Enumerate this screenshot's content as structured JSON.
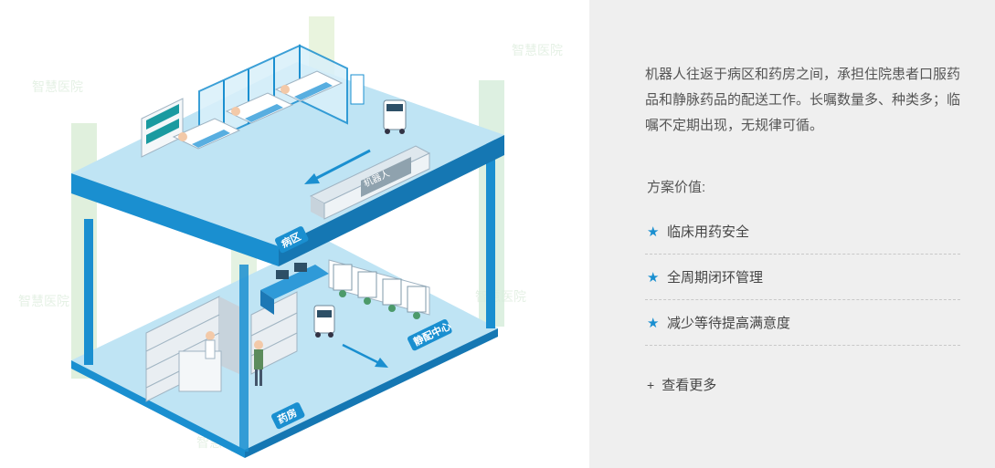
{
  "illustration": {
    "ward_label": "病区",
    "pharmacy_label": "药房",
    "dispensing_label": "静配中心",
    "sign_text": "机器人",
    "watermark": "智慧医院"
  },
  "panel": {
    "description": "机器人往返于病区和药房之间，承担住院患者口服药品和静脉药品的配送工作。长嘱数量多、种类多；临嘱不定期出现，无规律可循。",
    "value_title": "方案价值:",
    "values": [
      "临床用药安全",
      "全周期闭环管理",
      "减少等待提高满意度"
    ],
    "more_label": "查看更多"
  },
  "colors": {
    "accent": "#1a8fd0",
    "panel_bg": "#efefef",
    "floor_light": "#bfe4f4",
    "floor_edge": "#1a8fd0"
  },
  "icons": {
    "value_item": "star-icon",
    "more": "plus-icon"
  }
}
